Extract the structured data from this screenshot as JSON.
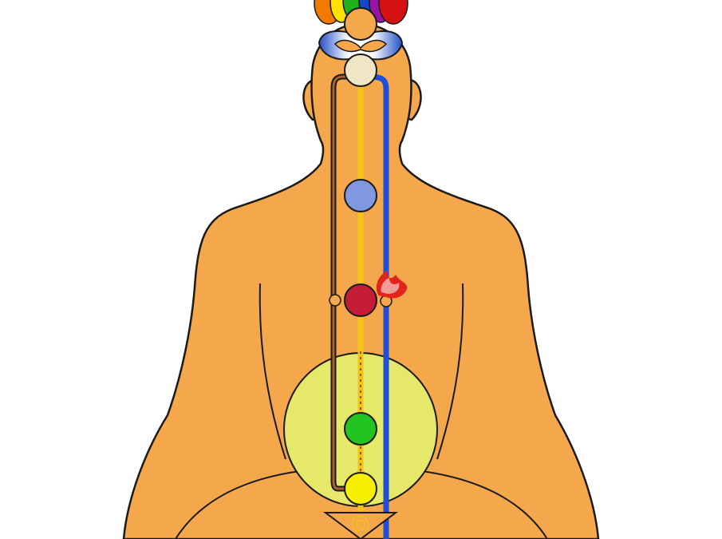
{
  "colors": {
    "background": "#ffffff",
    "body": "#f5a74c",
    "outline": "#1a1a1a",
    "aura": "#e6e86a",
    "channel_gold": "#f2c418",
    "channel_blue": "#1f4fd6",
    "channel_left_brown": "#a8622a",
    "flame": "#e3241b"
  },
  "chakras": [
    {
      "name": "crown-chakra",
      "color": "#efe7c6"
    },
    {
      "name": "throat-chakra",
      "color": "#7f98df"
    },
    {
      "name": "heart-chakra",
      "color": "#c41c35"
    },
    {
      "name": "navel-chakra",
      "color": "#22c421"
    },
    {
      "name": "root-chakra",
      "color": "#f6f000"
    }
  ],
  "petals": [
    "#f17a00",
    "#ffe100",
    "#1db11c",
    "#1546c8",
    "#9a15a6",
    "#d51111"
  ],
  "icons": [
    "flame-icon",
    "triangle-spiral-icon"
  ]
}
